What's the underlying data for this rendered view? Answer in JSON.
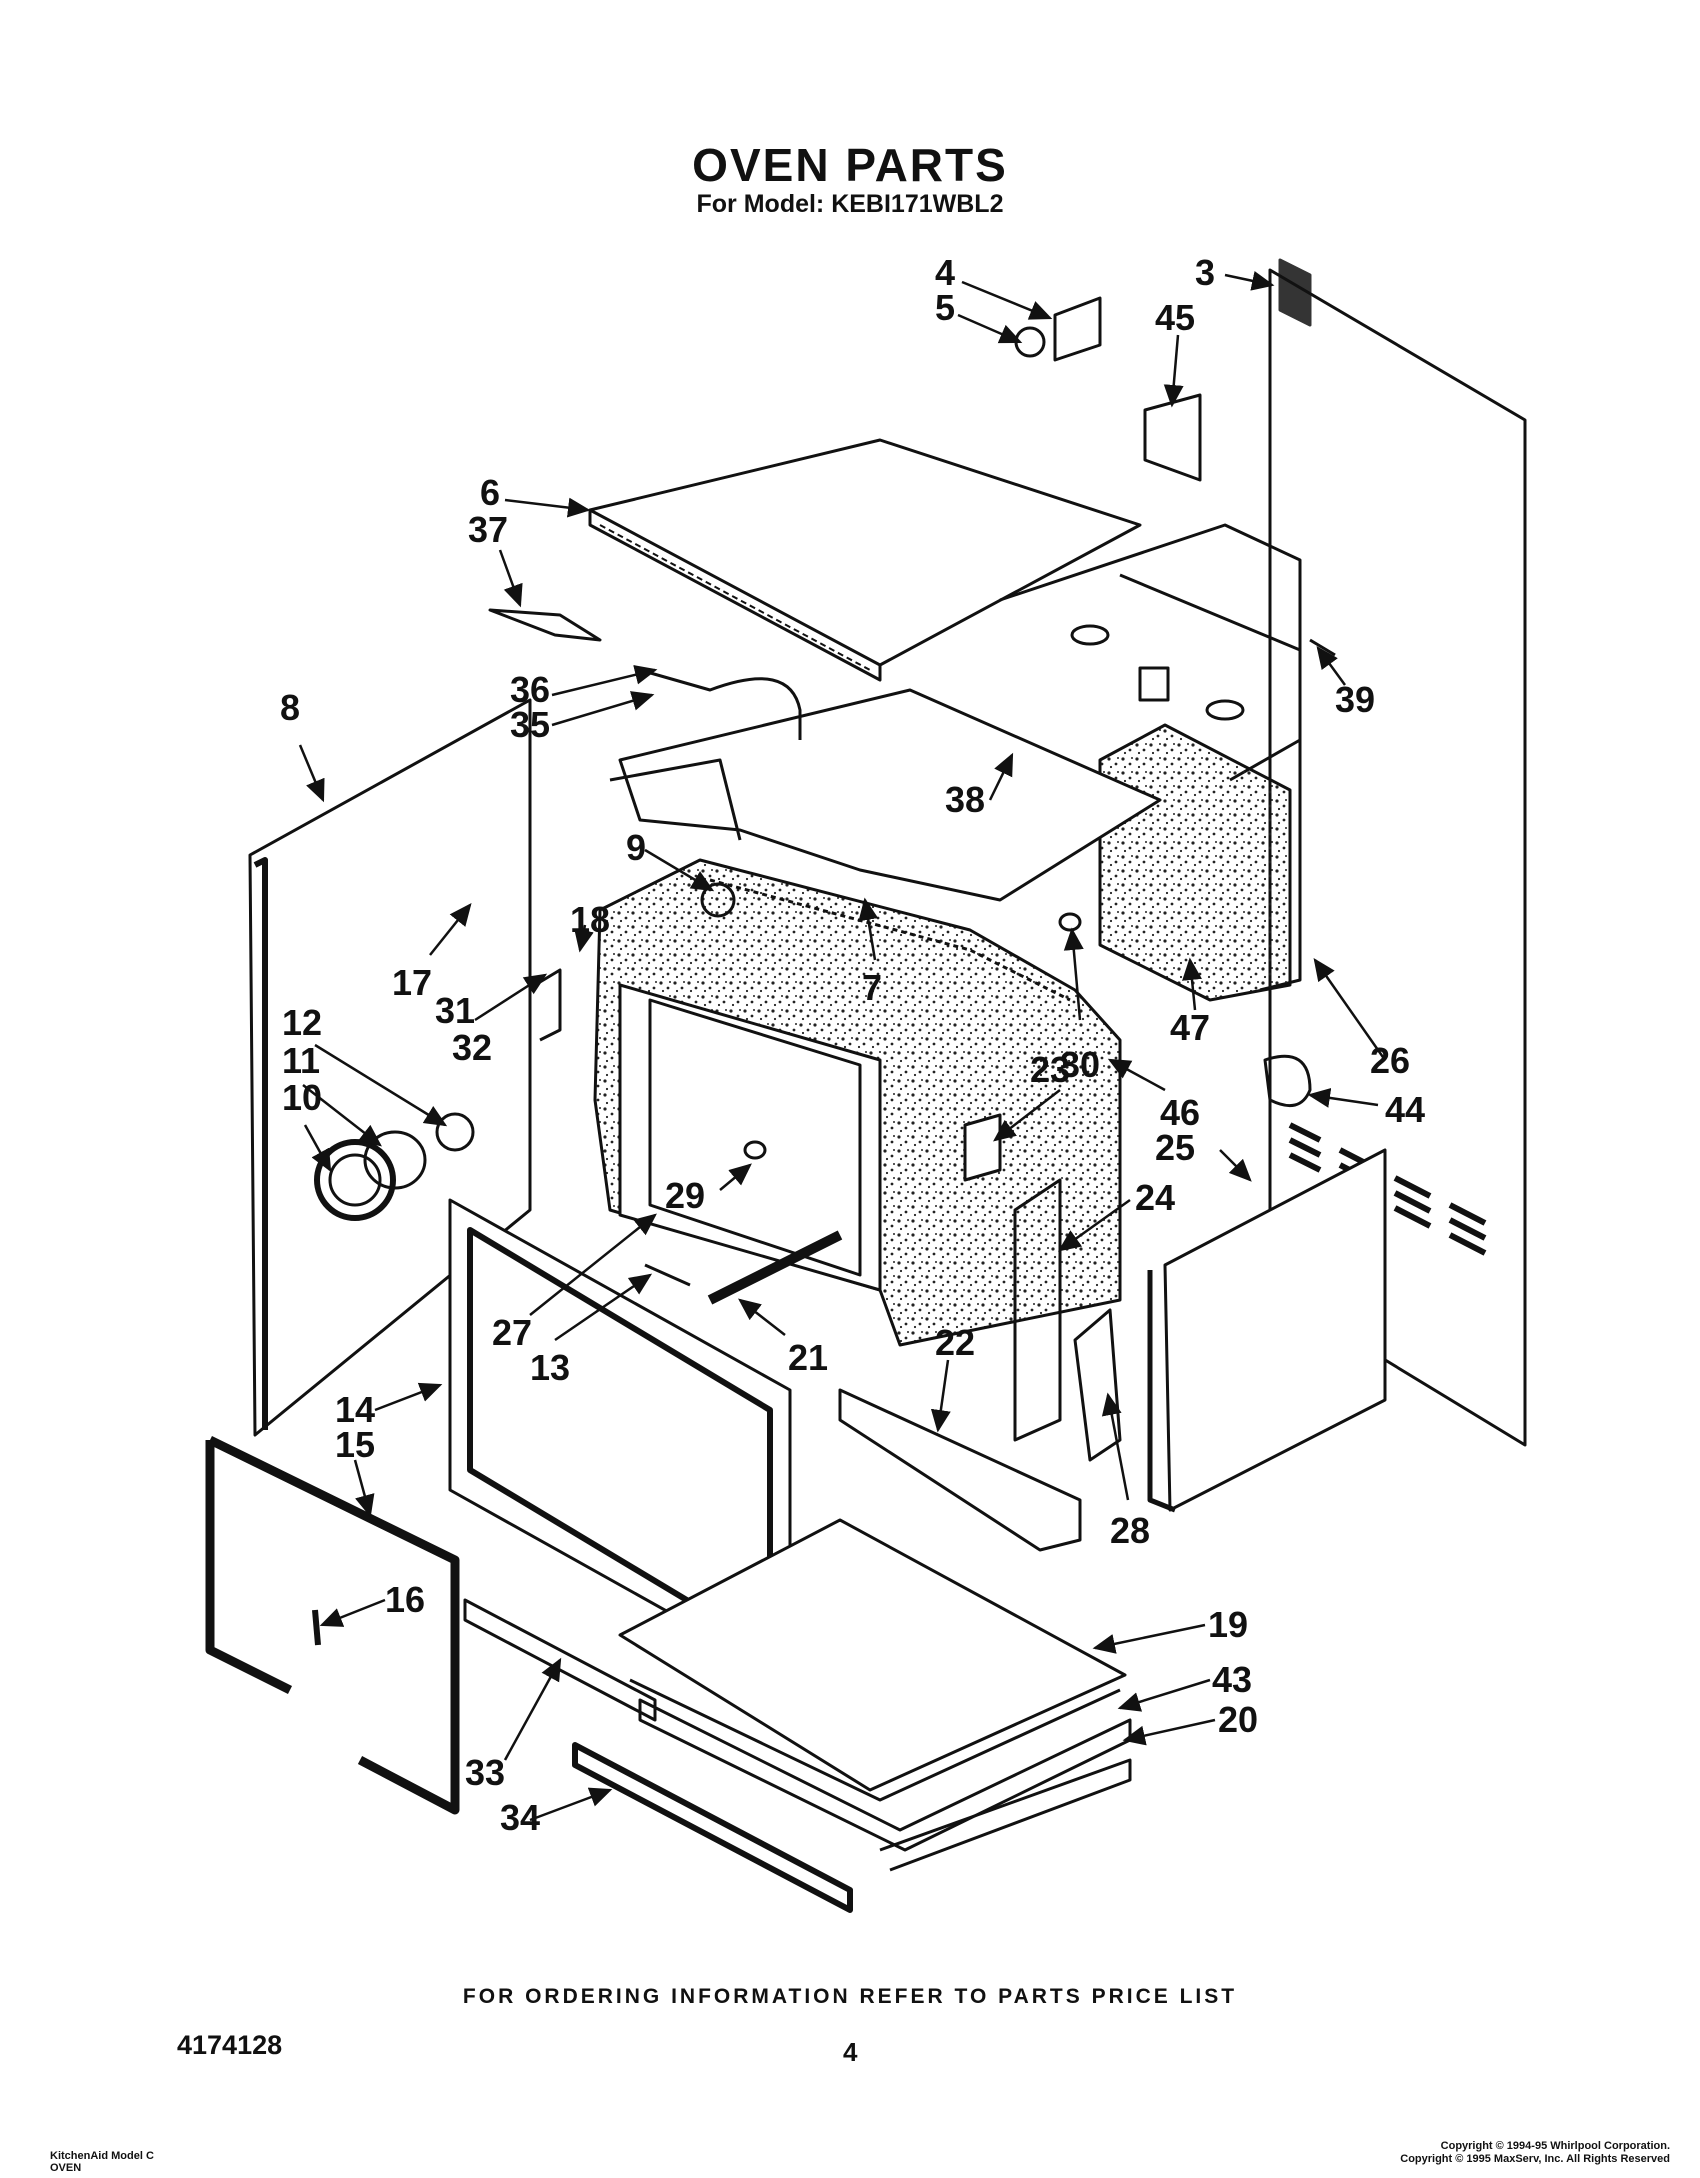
{
  "header": {
    "title": "OVEN PARTS",
    "subtitle": "For Model: KEBI171WBL2"
  },
  "part_labels": [
    "3",
    "4",
    "5",
    "45",
    "6",
    "37",
    "39",
    "36",
    "35",
    "8",
    "38",
    "9",
    "18",
    "17",
    "7",
    "47",
    "26",
    "31",
    "30",
    "32",
    "12",
    "23",
    "44",
    "11",
    "46",
    "25",
    "10",
    "24",
    "29",
    "27",
    "13",
    "21",
    "22",
    "14",
    "15",
    "28",
    "16",
    "19",
    "43",
    "20",
    "33",
    "34"
  ],
  "footer": {
    "ordering_note": "FOR ORDERING INFORMATION REFER TO PARTS PRICE LIST",
    "doc_number": "4174128",
    "page_number": "4",
    "model_note": [
      "KitchenAid Model C",
      "OVEN"
    ],
    "copyright": [
      "Copyright © 1994-95 Whirlpool Corporation.",
      "Copyright © 1995 MaxServ, Inc. All Rights Reserved"
    ]
  }
}
